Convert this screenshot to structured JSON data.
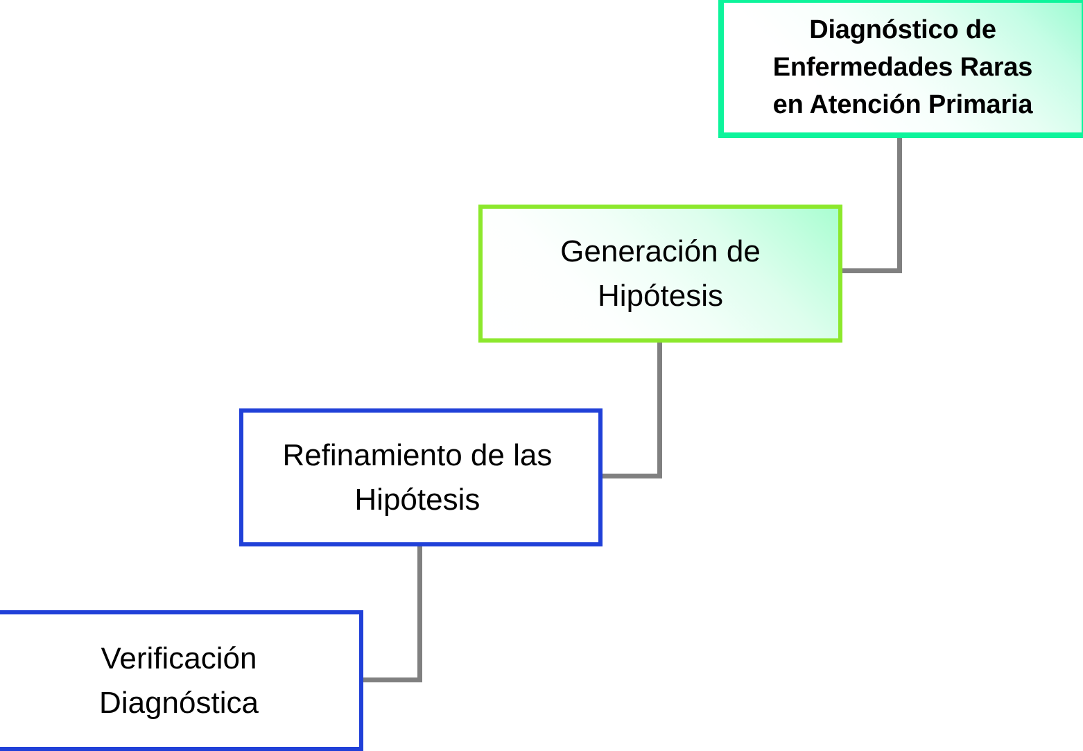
{
  "diagram": {
    "title": "Diagnóstico de Enfermedades Raras en Atención Primaria",
    "type": "flowchart-cascade",
    "orientation": "top-right to bottom-left",
    "background_color": "#ffffff",
    "connector_color": "#808080",
    "nodes": [
      {
        "id": "root",
        "label": "Diagnóstico de\nEnfermedades Raras\nen Atención Primaria",
        "level": 0,
        "border_color": "#0df49b",
        "fill": "gradient-mint-to-white",
        "font_weight": "bold"
      },
      {
        "id": "hypothesis",
        "label": "Generación de\nHipótesis",
        "level": 1,
        "border_color": "#8ce82c",
        "fill": "gradient-mint-to-white",
        "font_weight": "normal"
      },
      {
        "id": "refinement",
        "label": "Refinamiento de las\nHipótesis",
        "level": 2,
        "border_color": "#2040d8",
        "fill": "#ffffff",
        "font_weight": "normal"
      },
      {
        "id": "verification",
        "label": "Verificación\nDiagnóstica",
        "level": 3,
        "border_color": "#2040d8",
        "fill": "#ffffff",
        "font_weight": "normal"
      }
    ],
    "edges": [
      {
        "id": "edge-root-hypothesis",
        "from": "root",
        "to": "hypothesis"
      },
      {
        "id": "edge-hypothesis-refinement",
        "from": "hypothesis",
        "to": "refinement"
      },
      {
        "id": "edge-refinement-verification",
        "from": "refinement",
        "to": "verification"
      }
    ]
  }
}
